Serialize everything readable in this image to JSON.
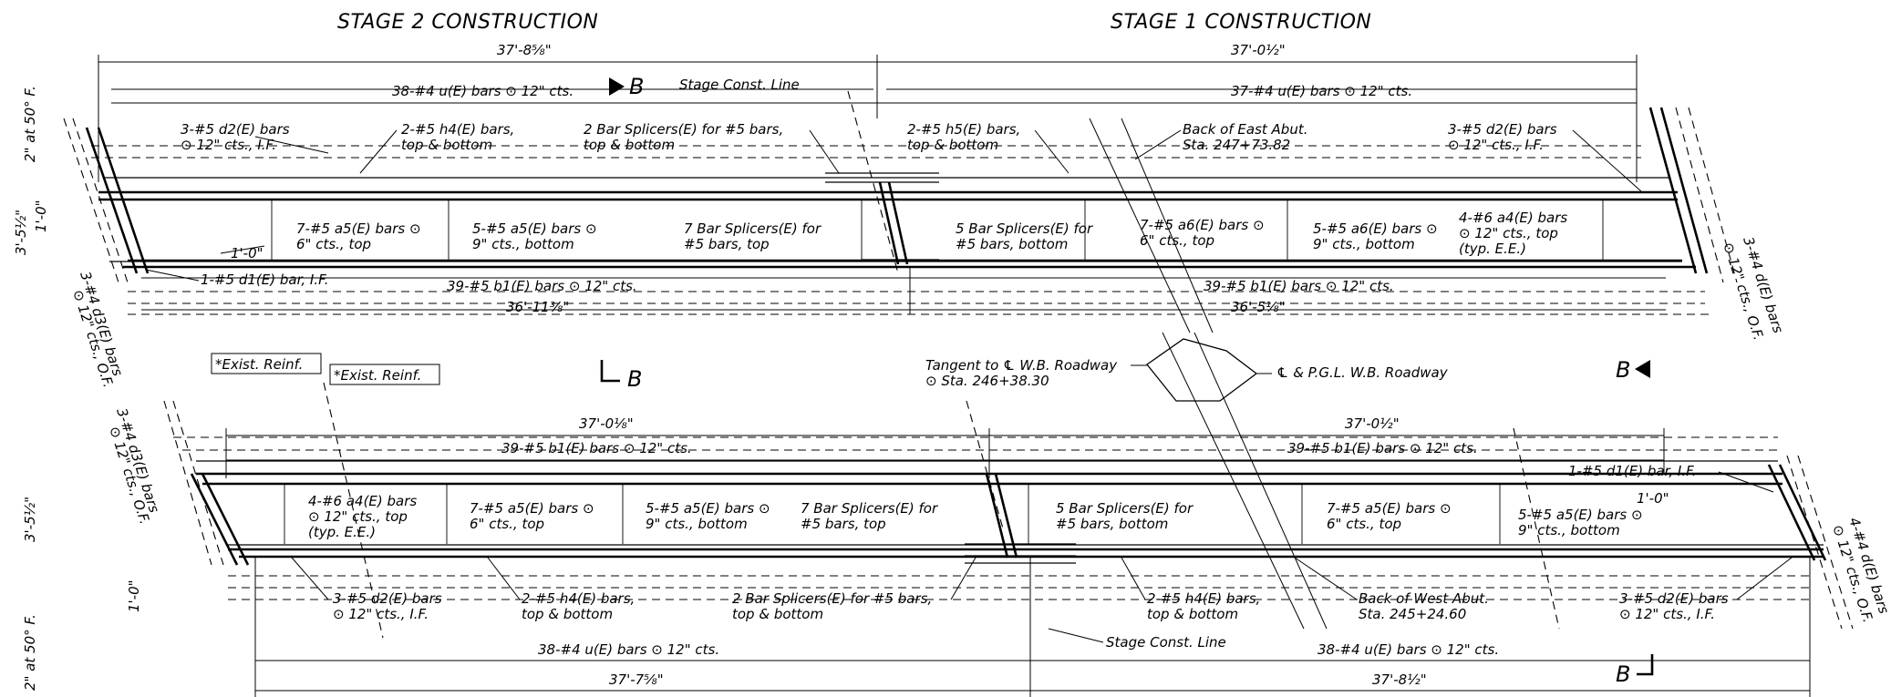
{
  "titles": {
    "stage2": "STAGE 2 CONSTRUCTION",
    "stage1": "STAGE 1 CONSTRUCTION"
  },
  "top": {
    "dim_left": "37'-8⅝\"",
    "dim_right": "37'-0½\"",
    "u_bars_left": "38-#4 u(E) bars ⊙ 12\" cts.",
    "section_b": "B",
    "stage_const_line": "Stage Const. Line",
    "u_bars_right": "37-#4 u(E) bars ⊙ 12\" cts.",
    "d2_left_1": "3-#5 d2(E) bars",
    "d2_left_2": "⊙ 12\" cts., I.F.",
    "h4_1": "2-#5 h4(E) bars,",
    "h4_2": "top & bottom",
    "splicer_1": "2 Bar Splicers(E) for #5 bars,",
    "splicer_2": "top & bottom",
    "h5_1": "2-#5 h5(E) bars,",
    "h5_2": "top & bottom",
    "abut_1": "Back of East Abut.",
    "abut_2": "Sta. 247+73.82",
    "d2_right_1": "3-#5 d2(E) bars",
    "d2_right_2": "⊙ 12\" cts., I.F.",
    "a5_top_1": "7-#5 a5(E) bars ⊙",
    "a5_top_2": "6\" cts., top",
    "a5_bot_1": "5-#5 a5(E) bars ⊙",
    "a5_bot_2": "9\" cts., bottom",
    "splicer7_1": "7 Bar Splicers(E) for",
    "splicer7_2": "#5 bars, top",
    "splicer5_1": "5 Bar Splicers(E) for",
    "splicer5_2": "#5 bars, bottom",
    "a6_top_1": "7-#5 a6(E) bars ⊙",
    "a6_top_2": "6\" cts., top",
    "a6_bot_1": "5-#5 a6(E) bars ⊙",
    "a6_bot_2": "9\" cts., bottom",
    "a4_1": "4-#6 a4(E) bars",
    "a4_2": "⊙ 12\" cts., top",
    "a4_3": "(typ. E.E.)",
    "one_foot": "1'-0\"",
    "d1": "1-#5 d1(E) bar, I.F.",
    "b1_left": "39-#5 b1(E) bars ⊙ 12\" cts.",
    "b1_right": "39-#5 b1(E) bars ⊙ 12\" cts.",
    "dim_inner_left": "36'-11⅜\"",
    "dim_inner_right": "36'-5⅛\"",
    "d3_side_1": "3-#4 d3(E) bars",
    "d3_side_2": "⊙ 12\" cts., O.F.",
    "d3_right_1": "3-#4 d(E) bars",
    "d3_right_2": "⊙ 12\" cts., O.F.",
    "side_2in": "2\" at 50° F.",
    "side_35": "3'-5½\"",
    "side_10": "1'-0\""
  },
  "middle": {
    "exist_1": "*Exist. Reinf.",
    "exist_2": "*Exist. Reinf.",
    "b_left": "B",
    "tangent_1": "Tangent to ℄ W.B. Roadway",
    "tangent_2": "⊙ Sta. 246+38.30",
    "pgl": "℄ & P.G.L. W.B. Roadway",
    "b_right": "B"
  },
  "bottom": {
    "dim_left": "37'-0⅛\"",
    "dim_right": "37'-0½\"",
    "b1_left": "39-#5 b1(E) bars ⊙ 12\" cts.",
    "b1_right": "39-#5 b1(E) bars ⊙ 12\" cts.",
    "d1": "1-#5 d1(E) bar, I.F.",
    "one_foot": "1'-0\"",
    "a4_1": "4-#6 a4(E) bars",
    "a4_2": "⊙ 12\" cts., top",
    "a4_3": "(typ. E.E.)",
    "a5_top_1": "7-#5 a5(E) bars ⊙",
    "a5_top_2": "6\" cts., top",
    "a5_bot_1": "5-#5 a5(E) bars ⊙",
    "a5_bot_2": "9\" cts., bottom",
    "splicer7_1": "7 Bar Splicers(E) for",
    "splicer7_2": "#5 bars, top",
    "splicer5_1": "5 Bar Splicers(E) for",
    "splicer5_2": "#5 bars, bottom",
    "a5r_top_1": "7-#5 a5(E) bars ⊙",
    "a5r_top_2": "6\" cts., top",
    "a5r_bot_1": "5-#5 a5(E) bars ⊙",
    "a5r_bot_2": "9\" cts., bottom",
    "d2_left_1": "3-#5 d2(E) bars",
    "d2_left_2": "⊙ 12\" cts., I.F.",
    "h4_1": "2-#5 h4(E) bars,",
    "h4_2": "top & bottom",
    "splicer_1": "2 Bar Splicers(E) for #5 bars,",
    "splicer_2": "top & bottom",
    "h4r_1": "2-#5 h4(E) bars,",
    "h4r_2": "top & bottom",
    "abut_1": "Back of West Abut.",
    "abut_2": "Sta. 245+24.60",
    "d2_right_1": "3-#5 d2(E) bars",
    "d2_right_2": "⊙ 12\" cts., I.F.",
    "stage_const_line": "Stage Const. Line",
    "u_bars_left": "38-#4 u(E) bars ⊙ 12\" cts.",
    "u_bars_right": "38-#4 u(E) bars ⊙ 12\" cts.",
    "dim_left_bot": "37'-7⅝\"",
    "dim_right_bot": "37'-8½\"",
    "section_b": "B",
    "d3_side_1": "3-#4 d3(E) bars",
    "d3_side_2": "⊙ 12\" cts., O.F.",
    "d4_right_1": "4-#4 d(E) bars",
    "d4_right_2": "⊙ 12\" cts., O.F.",
    "side_35": "3'-5½\"",
    "side_2in": "2\" at 50° F.",
    "side_10": "1'-0\""
  }
}
